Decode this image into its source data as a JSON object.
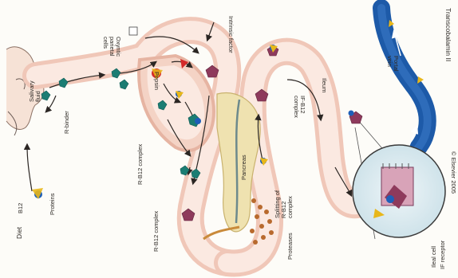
{
  "labels": {
    "diet": "Diet",
    "b12": "B12",
    "proteins": "Proteins",
    "salivary_fluid": "Salivary fluid",
    "r_binder": "R-binder",
    "oxyntic_parietal_cells": "Oxyntic parietal cells",
    "pepsin": "Pepsin",
    "intrinsic_factor": "Intrinsic factor",
    "r_b12_complex": "R-B12 complex",
    "pancreas": "Pancreas",
    "splitting_of_r_b12_complex": "Splitting of R-B12 complex",
    "proteases": "Proteases",
    "if_b12_complex": "IF-B12 complex",
    "ileum": "Ileum",
    "portal_vein": "Portal vein",
    "transcobalamin_ii": "Transcobalamin II",
    "ileal_cell": "Ileal cell",
    "if_receptor": "IF receptor",
    "copyright": "© Elsevier 2005"
  },
  "colors": {
    "gut_wall": "#f0c7b8",
    "gut_lumen": "#fbe9e1",
    "portal_vein": "#1d5aa8",
    "r_binder": "#1b7d73",
    "intrinsic_factor": "#8e3a5c",
    "b12": "#e8b71a",
    "protein": "#d42a2a",
    "pancreas": "#efe2b0",
    "protease": "#b86a2e"
  }
}
